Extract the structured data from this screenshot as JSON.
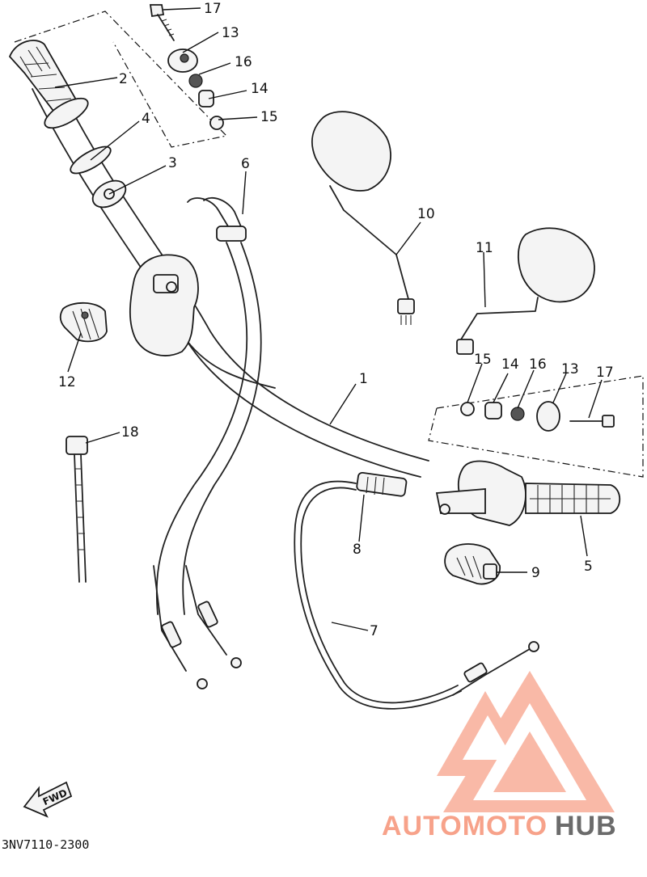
{
  "diagram_code": "3NV7110-2300",
  "fwd_label": "FWD",
  "watermark": {
    "part1": "AUTOMOTO",
    "part2": "HUB",
    "color_light": "#f7a28a",
    "color_dark": "#6b6b6b",
    "logo": "triangle-logo"
  },
  "callouts": [
    {
      "id": "1",
      "label": "1"
    },
    {
      "id": "2",
      "label": "2"
    },
    {
      "id": "3",
      "label": "3"
    },
    {
      "id": "4",
      "label": "4"
    },
    {
      "id": "5",
      "label": "5"
    },
    {
      "id": "6",
      "label": "6"
    },
    {
      "id": "7",
      "label": "7"
    },
    {
      "id": "8",
      "label": "8"
    },
    {
      "id": "9",
      "label": "9"
    },
    {
      "id": "10",
      "label": "10"
    },
    {
      "id": "11",
      "label": "11"
    },
    {
      "id": "12",
      "label": "12"
    },
    {
      "id": "13a",
      "label": "13"
    },
    {
      "id": "13b",
      "label": "13"
    },
    {
      "id": "14a",
      "label": "14"
    },
    {
      "id": "14b",
      "label": "14"
    },
    {
      "id": "15a",
      "label": "15"
    },
    {
      "id": "15b",
      "label": "15"
    },
    {
      "id": "16a",
      "label": "16"
    },
    {
      "id": "16b",
      "label": "16"
    },
    {
      "id": "17a",
      "label": "17"
    },
    {
      "id": "17b",
      "label": "17"
    },
    {
      "id": "18",
      "label": "18"
    }
  ]
}
